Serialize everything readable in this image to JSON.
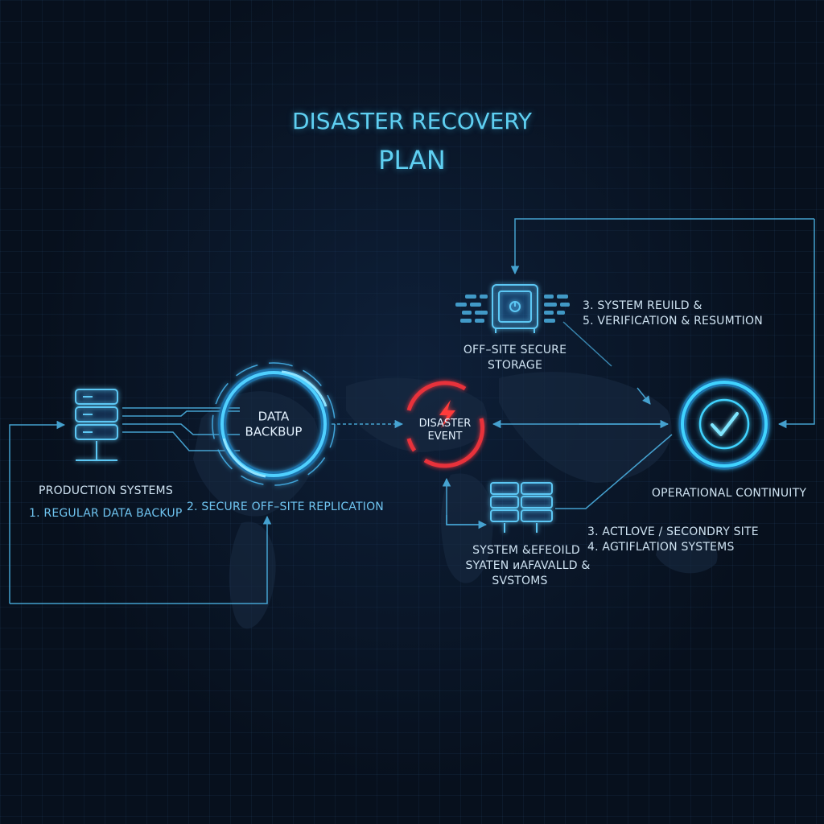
{
  "title": {
    "line1": "DISASTER RECOVERY",
    "line2": "PLAN"
  },
  "nodes": {
    "production": {
      "label": "PRODUCTION SYSTEMS",
      "step": "1. REGULAR DATA BACKUP"
    },
    "backup": {
      "line1": "DATA",
      "line2": "BACKBUP",
      "step": "2. SECURE OFF–SITE REPLICATION"
    },
    "disaster": {
      "line1": "DISASTER",
      "line2": "EVENT"
    },
    "storage": {
      "line1": "OFF–SITE SECURE",
      "line2": "STORAGE",
      "step1": "3. SYSTEM REUILD &",
      "step2": "5. VERIFICATION & RESUMTION"
    },
    "secondary": {
      "line1": "SYSTEM &EFEOILD",
      "line2": "SYATEN ᴎAFAVALLD &",
      "line3": "SVSTOMS",
      "step1": "3. ACTLOVE / SECONDRY SITE",
      "step2": "4. AGTIFLATION SYSTEMS"
    },
    "continuity": {
      "label": "OPERATIONAL CONTINUITY"
    }
  },
  "colors": {
    "accent": "#3fc3f0",
    "alert": "#e8313a",
    "background": "#07101d"
  }
}
